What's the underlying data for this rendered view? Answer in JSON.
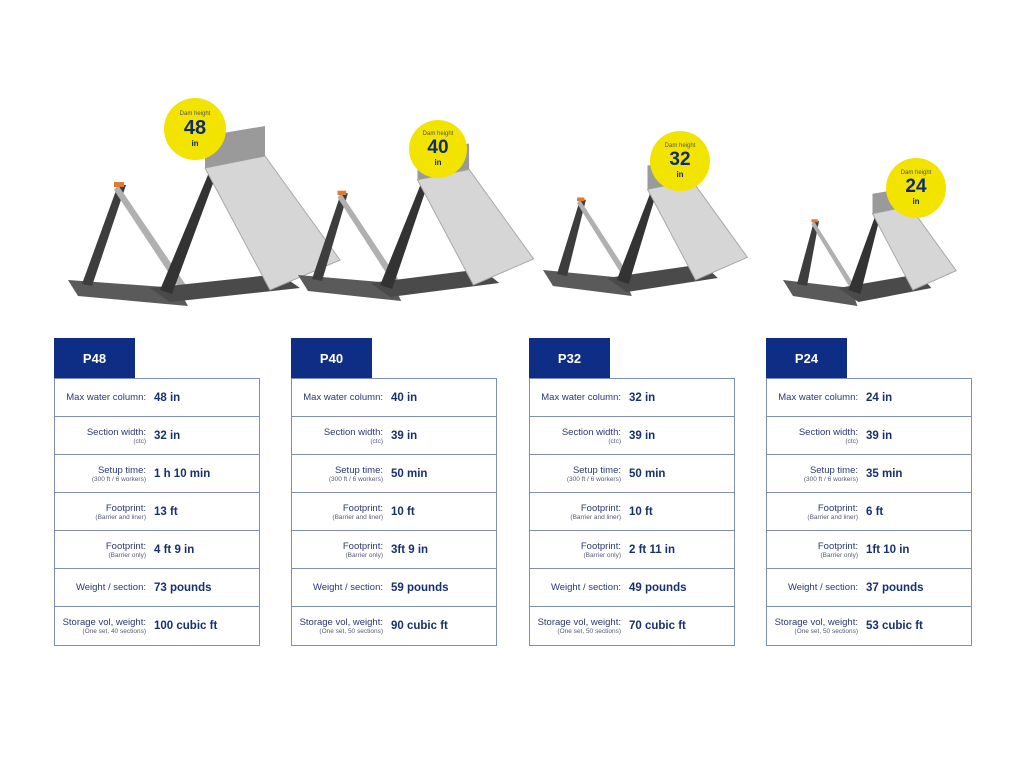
{
  "colors": {
    "accent": "#0e2d84",
    "badge": "#f3e400",
    "border": "#7f8fb3"
  },
  "products": [
    {
      "model": "P48",
      "badge": {
        "caption": "Dam height",
        "value": "48",
        "unit": "in"
      },
      "specs": [
        {
          "label": "Max water column:",
          "sub": "",
          "value": "48 in"
        },
        {
          "label": "Section width:",
          "sub": "(ctc)",
          "value": "32 in"
        },
        {
          "label": "Setup time:",
          "sub": "(300 ft / 6 workers)",
          "value": "1 h 10 min"
        },
        {
          "label": "Footprint:",
          "sub": "(Barrier and liner)",
          "value": "13 ft"
        },
        {
          "label": "Footprint:",
          "sub": "(Barrier only)",
          "value": "4 ft 9 in"
        },
        {
          "label": "Weight / section:",
          "sub": "",
          "value": "73 pounds"
        },
        {
          "label": "Storage vol, weight:",
          "sub": "(One set, 40 sections)",
          "value": "100 cubic ft"
        }
      ]
    },
    {
      "model": "P40",
      "badge": {
        "caption": "Dam height",
        "value": "40",
        "unit": "in"
      },
      "specs": [
        {
          "label": "Max water column:",
          "sub": "",
          "value": "40 in"
        },
        {
          "label": "Section width:",
          "sub": "(ctc)",
          "value": "39 in"
        },
        {
          "label": "Setup time:",
          "sub": "(300 ft / 6 workers)",
          "value": "50 min"
        },
        {
          "label": "Footprint:",
          "sub": "(Barrier and liner)",
          "value": "10 ft"
        },
        {
          "label": "Footprint:",
          "sub": "(Barrier only)",
          "value": "3ft 9 in"
        },
        {
          "label": "Weight / section:",
          "sub": "",
          "value": "59 pounds"
        },
        {
          "label": "Storage vol, weight:",
          "sub": "(One set, 50 sections)",
          "value": "90 cubic ft"
        }
      ]
    },
    {
      "model": "P32",
      "badge": {
        "caption": "Dam height",
        "value": "32",
        "unit": "in"
      },
      "specs": [
        {
          "label": "Max water column:",
          "sub": "",
          "value": "32 in"
        },
        {
          "label": "Section width:",
          "sub": "(ctc)",
          "value": "39 in"
        },
        {
          "label": "Setup time:",
          "sub": "(300 ft / 6 workers)",
          "value": "50 min"
        },
        {
          "label": "Footprint:",
          "sub": "(Barrier and liner)",
          "value": "10 ft"
        },
        {
          "label": "Footprint:",
          "sub": "(Barrier only)",
          "value": "2 ft 11 in"
        },
        {
          "label": "Weight / section:",
          "sub": "",
          "value": "49 pounds"
        },
        {
          "label": "Storage vol, weight:",
          "sub": "(One set, 50 sections)",
          "value": "70 cubic ft"
        }
      ]
    },
    {
      "model": "P24",
      "badge": {
        "caption": "Dam height",
        "value": "24",
        "unit": "in"
      },
      "specs": [
        {
          "label": "Max water column:",
          "sub": "",
          "value": "24 in"
        },
        {
          "label": "Section width:",
          "sub": "(ctc)",
          "value": "39 in"
        },
        {
          "label": "Setup time:",
          "sub": "(300 ft / 6 workers)",
          "value": "35 min"
        },
        {
          "label": "Footprint:",
          "sub": "(Barrier and liner)",
          "value": "6 ft"
        },
        {
          "label": "Footprint:",
          "sub": "(Barrier only)",
          "value": "1ft 10 in"
        },
        {
          "label": "Weight / section:",
          "sub": "",
          "value": "37 pounds"
        },
        {
          "label": "Storage vol, weight:",
          "sub": "(One set, 50 sections)",
          "value": "53 cubic ft"
        }
      ]
    }
  ]
}
